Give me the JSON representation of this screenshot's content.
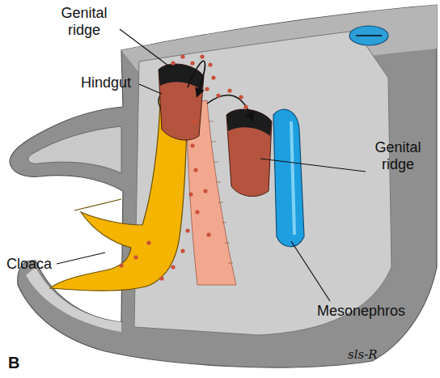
{
  "diagram": {
    "labels": [
      "Genital ridge",
      "Hindgut",
      "Genital ridge",
      "Cloaca",
      "Mesonephros",
      "B",
      "sls-R"
    ]
  }
}
